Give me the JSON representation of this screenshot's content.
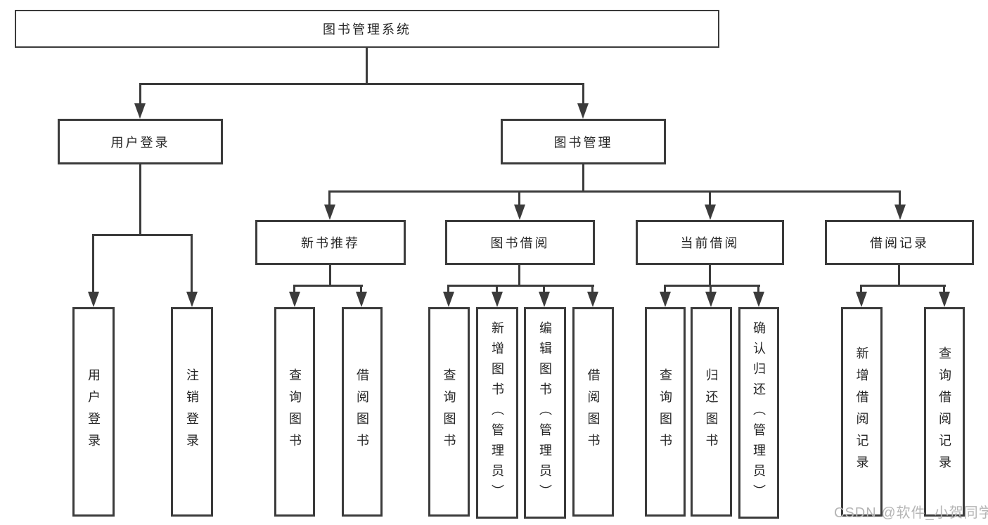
{
  "tree": {
    "label": "图书管理系统",
    "children": [
      {
        "label": "用户登录",
        "children": [
          {
            "label": "用户登录"
          },
          {
            "label": "注销登录"
          }
        ]
      },
      {
        "label": "图书管理",
        "children": [
          {
            "label": "新书推荐",
            "children": [
              {
                "label": "查询图书"
              },
              {
                "label": "借阅图书"
              }
            ]
          },
          {
            "label": "图书借阅",
            "children": [
              {
                "label": "查询图书"
              },
              {
                "label": "新增图书（管理员）"
              },
              {
                "label": "编辑图书（管理员）"
              },
              {
                "label": "借阅图书"
              }
            ]
          },
          {
            "label": "当前借阅",
            "children": [
              {
                "label": "查询图书"
              },
              {
                "label": "归还图书"
              },
              {
                "label": "确认归还（管理员）"
              }
            ]
          },
          {
            "label": "借阅记录",
            "children": [
              {
                "label": "新增借阅记录"
              },
              {
                "label": "查询借阅记录"
              }
            ]
          }
        ]
      }
    ]
  },
  "watermark": {
    "text": "CSDN @软件_小贺同学"
  },
  "colors": {
    "line": "#3b3b3b",
    "text": "#262626",
    "box_background": "#ffffff",
    "page_background": "#ffffff",
    "watermark": "#b5b5b5"
  }
}
